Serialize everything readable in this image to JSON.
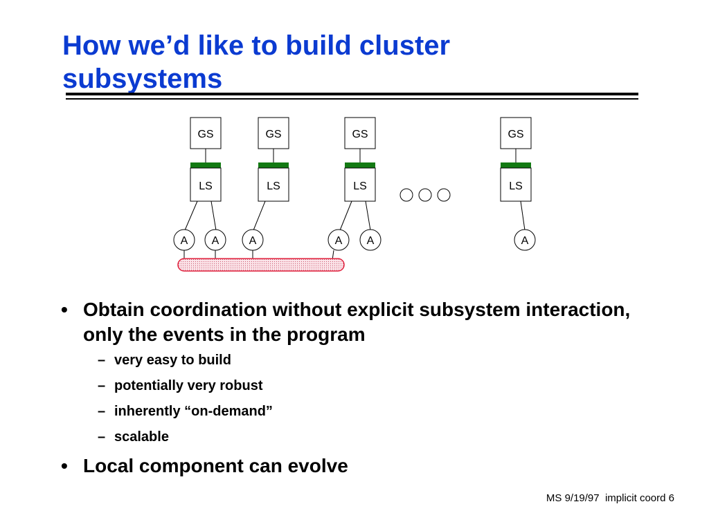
{
  "slide": {
    "title_line1": "How we’d like to build cluster",
    "title_line2": "subsystems",
    "footer": "MS 9/19/97  implicit coord 6"
  },
  "diagram": {
    "gs_label": "GS",
    "ls_label": "LS",
    "app_label": "A"
  },
  "bullets": [
    {
      "text": "Obtain coordination without explicit subsystem interaction, only the events in the program",
      "sub": [
        "very easy to build",
        "potentially very robust",
        "inherently “on-demand”",
        "scalable"
      ]
    },
    {
      "text": "Local component can evolve",
      "sub": []
    }
  ],
  "colors": {
    "title": "#0b3bd1",
    "link_bar": "#137a13",
    "event_bus_border": "#e0203c",
    "event_bus_fill": "#f7c9d2"
  }
}
